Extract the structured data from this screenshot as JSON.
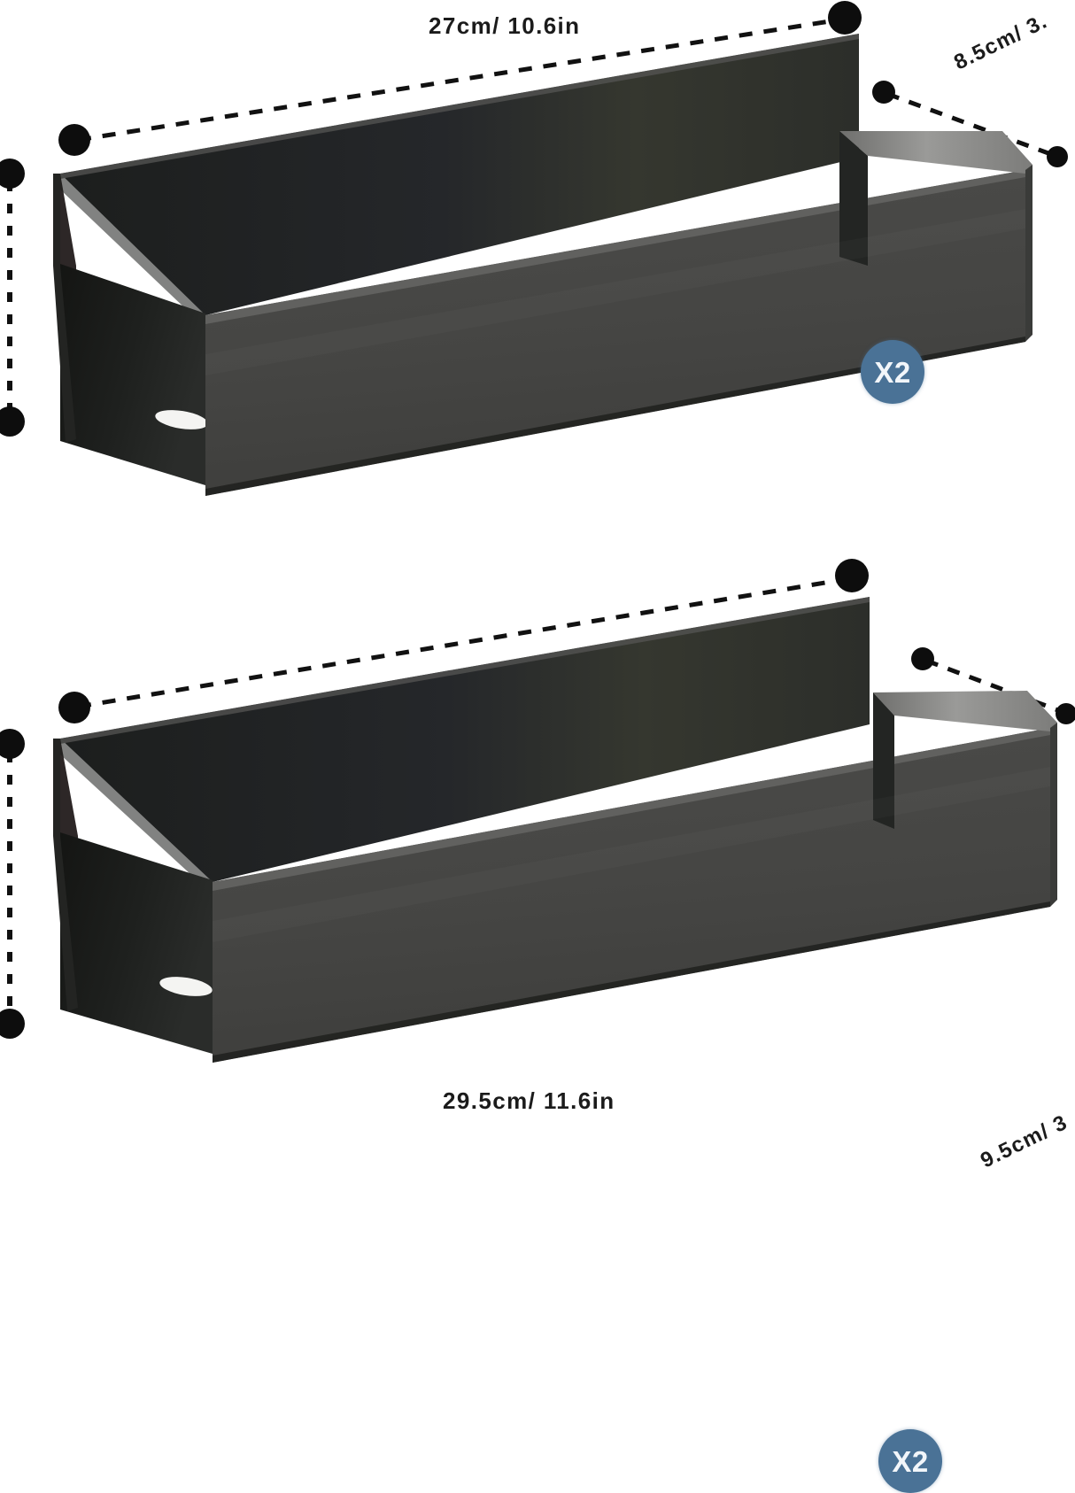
{
  "page": {
    "background_color": "#ffffff",
    "type": "product-dimension-diagram",
    "description": "Two black metal wall-mounted shelves shown in isometric view with dashed dimension callouts"
  },
  "palette": {
    "background": "#ffffff",
    "shelf_front_panel": "#454543",
    "shelf_front_panel_dark": "#3a3a38",
    "shelf_inner_back": "#1f2120",
    "shelf_inner_back_light": "#33352f",
    "shelf_top_rim": "#8a8a88",
    "shelf_end_panel": "#2b2c2a",
    "shelf_base": "#26272a",
    "dimension_line": "#111111",
    "dimension_dot": "#0d0d0d",
    "badge_fill": "#4a7296",
    "badge_text": "#f2f6fa",
    "drain_slot": "#f4f4f2"
  },
  "products": [
    {
      "id": "shelf-small",
      "quantity_badge": "X2",
      "dimensions": {
        "width_label": "27cm/ 10.6in",
        "depth_label": "8.5cm/ 3.",
        "height_label": ""
      }
    },
    {
      "id": "shelf-large",
      "quantity_badge": "X2",
      "dimensions": {
        "width_label": "29.5cm/ 11.6in",
        "depth_label": "9.5cm/ 3",
        "height_label": ""
      }
    }
  ]
}
